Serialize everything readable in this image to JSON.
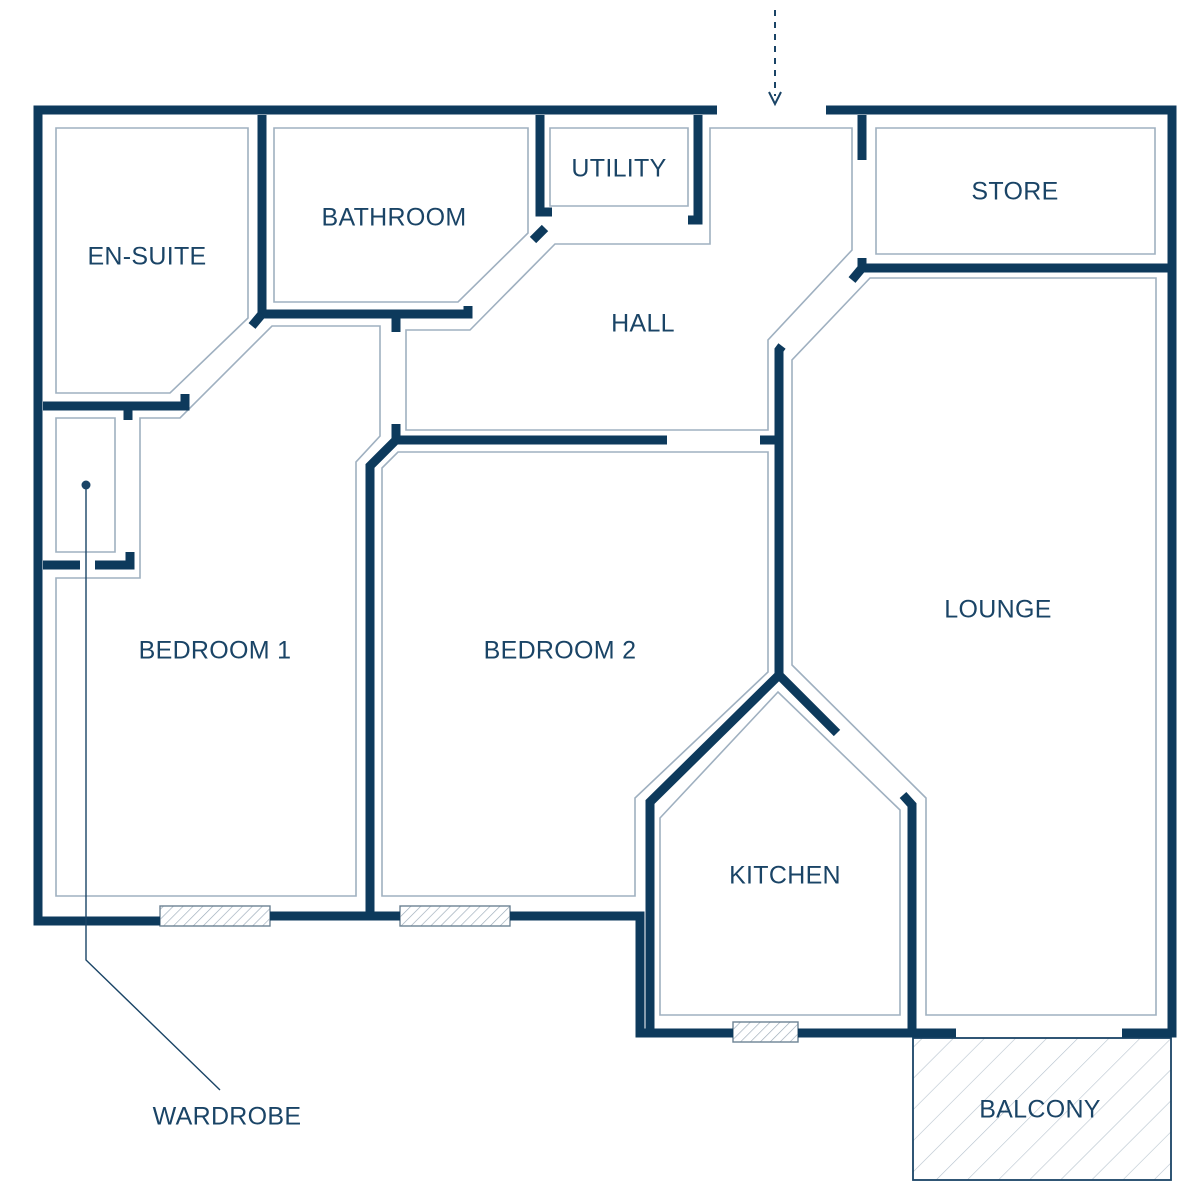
{
  "rooms": {
    "en_suite": "EN-SUITE",
    "bathroom": "BATHROOM",
    "utility": "UTILITY",
    "store": "STORE",
    "hall": "HALL",
    "bedroom_1": "BEDROOM 1",
    "bedroom_2": "BEDROOM 2",
    "lounge": "LOUNGE",
    "kitchen": "KITCHEN",
    "balcony": "BALCONY"
  },
  "callouts": {
    "wardrobe": "WARDROBE"
  },
  "colors": {
    "wall": "#0d3a5c",
    "text": "#1a4466",
    "inner_line": "#9fb0c0"
  }
}
